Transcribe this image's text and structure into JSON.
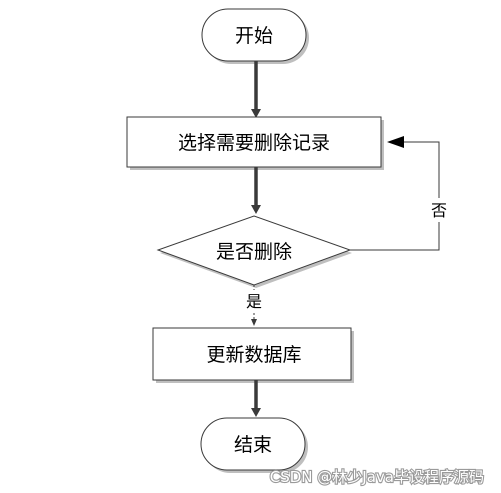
{
  "diagram": {
    "start": "开始",
    "select": "选择需要删除记录",
    "decision": "是否删除",
    "yes_label": "是",
    "no_label": "否",
    "update": "更新数据库",
    "end": "结束"
  },
  "watermark": "CSDN @林少Java毕设程序源码",
  "colors": {
    "stroke": "#3a3a3a",
    "shadow": "#bfbfbf",
    "fill": "#ffffff"
  }
}
